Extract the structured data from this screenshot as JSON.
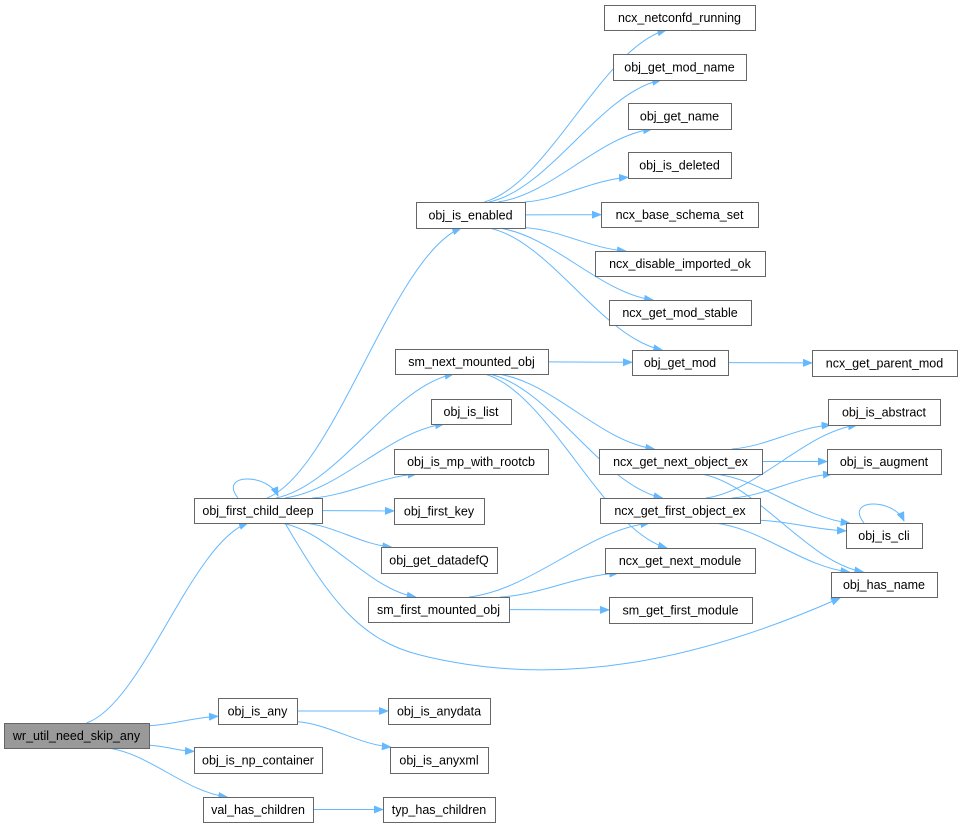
{
  "graph": {
    "root": "wr_util_need_skip_any",
    "edge_color": "#63b8ff",
    "root_fill": "#999999",
    "nodes": [
      "wr_util_need_skip_any",
      "obj_first_child_deep",
      "obj_is_any",
      "obj_is_np_container",
      "val_has_children",
      "obj_is_anydata",
      "obj_is_anyxml",
      "typ_has_children",
      "obj_first_key",
      "obj_get_datadefQ",
      "sm_first_mounted_obj",
      "obj_is_enabled",
      "sm_next_mounted_obj",
      "obj_is_list",
      "obj_is_mp_with_rootcb",
      "ncx_netconfd_running",
      "obj_get_mod_name",
      "obj_get_name",
      "obj_is_deleted",
      "ncx_base_schema_set",
      "ncx_disable_imported_ok",
      "ncx_get_mod_stable",
      "obj_get_mod",
      "ncx_get_parent_mod",
      "ncx_get_next_object_ex",
      "ncx_get_first_object_ex",
      "ncx_get_next_module",
      "sm_get_first_module",
      "obj_is_abstract",
      "obj_is_augment",
      "obj_is_cli",
      "obj_has_name"
    ],
    "edges": [
      [
        "wr_util_need_skip_any",
        "obj_first_child_deep"
      ],
      [
        "wr_util_need_skip_any",
        "obj_is_any"
      ],
      [
        "wr_util_need_skip_any",
        "obj_is_np_container"
      ],
      [
        "wr_util_need_skip_any",
        "val_has_children"
      ],
      [
        "obj_first_child_deep",
        "obj_first_child_deep"
      ],
      [
        "obj_first_child_deep",
        "obj_is_enabled"
      ],
      [
        "obj_first_child_deep",
        "sm_next_mounted_obj"
      ],
      [
        "obj_first_child_deep",
        "obj_is_list"
      ],
      [
        "obj_first_child_deep",
        "obj_is_mp_with_rootcb"
      ],
      [
        "obj_first_child_deep",
        "obj_first_key"
      ],
      [
        "obj_first_child_deep",
        "obj_get_datadefQ"
      ],
      [
        "obj_first_child_deep",
        "sm_first_mounted_obj"
      ],
      [
        "obj_first_child_deep",
        "obj_has_name"
      ],
      [
        "obj_is_enabled",
        "ncx_netconfd_running"
      ],
      [
        "obj_is_enabled",
        "obj_get_mod_name"
      ],
      [
        "obj_is_enabled",
        "obj_get_name"
      ],
      [
        "obj_is_enabled",
        "obj_is_deleted"
      ],
      [
        "obj_is_enabled",
        "ncx_base_schema_set"
      ],
      [
        "obj_is_enabled",
        "ncx_disable_imported_ok"
      ],
      [
        "obj_is_enabled",
        "ncx_get_mod_stable"
      ],
      [
        "obj_is_enabled",
        "obj_get_mod"
      ],
      [
        "sm_next_mounted_obj",
        "obj_get_mod"
      ],
      [
        "sm_next_mounted_obj",
        "ncx_get_next_object_ex"
      ],
      [
        "sm_next_mounted_obj",
        "ncx_get_first_object_ex"
      ],
      [
        "sm_next_mounted_obj",
        "ncx_get_next_module"
      ],
      [
        "obj_get_mod",
        "ncx_get_parent_mod"
      ],
      [
        "ncx_get_next_object_ex",
        "obj_is_abstract"
      ],
      [
        "ncx_get_next_object_ex",
        "obj_is_augment"
      ],
      [
        "ncx_get_next_object_ex",
        "obj_is_cli"
      ],
      [
        "ncx_get_next_object_ex",
        "obj_has_name"
      ],
      [
        "ncx_get_first_object_ex",
        "obj_is_abstract"
      ],
      [
        "ncx_get_first_object_ex",
        "obj_is_augment"
      ],
      [
        "ncx_get_first_object_ex",
        "obj_is_cli"
      ],
      [
        "ncx_get_first_object_ex",
        "obj_has_name"
      ],
      [
        "obj_is_cli",
        "obj_is_cli"
      ],
      [
        "sm_first_mounted_obj",
        "ncx_get_first_object_ex"
      ],
      [
        "sm_first_mounted_obj",
        "ncx_get_next_module"
      ],
      [
        "sm_first_mounted_obj",
        "sm_get_first_module"
      ],
      [
        "obj_is_any",
        "obj_is_anydata"
      ],
      [
        "obj_is_any",
        "obj_is_anyxml"
      ],
      [
        "val_has_children",
        "typ_has_children"
      ]
    ]
  }
}
